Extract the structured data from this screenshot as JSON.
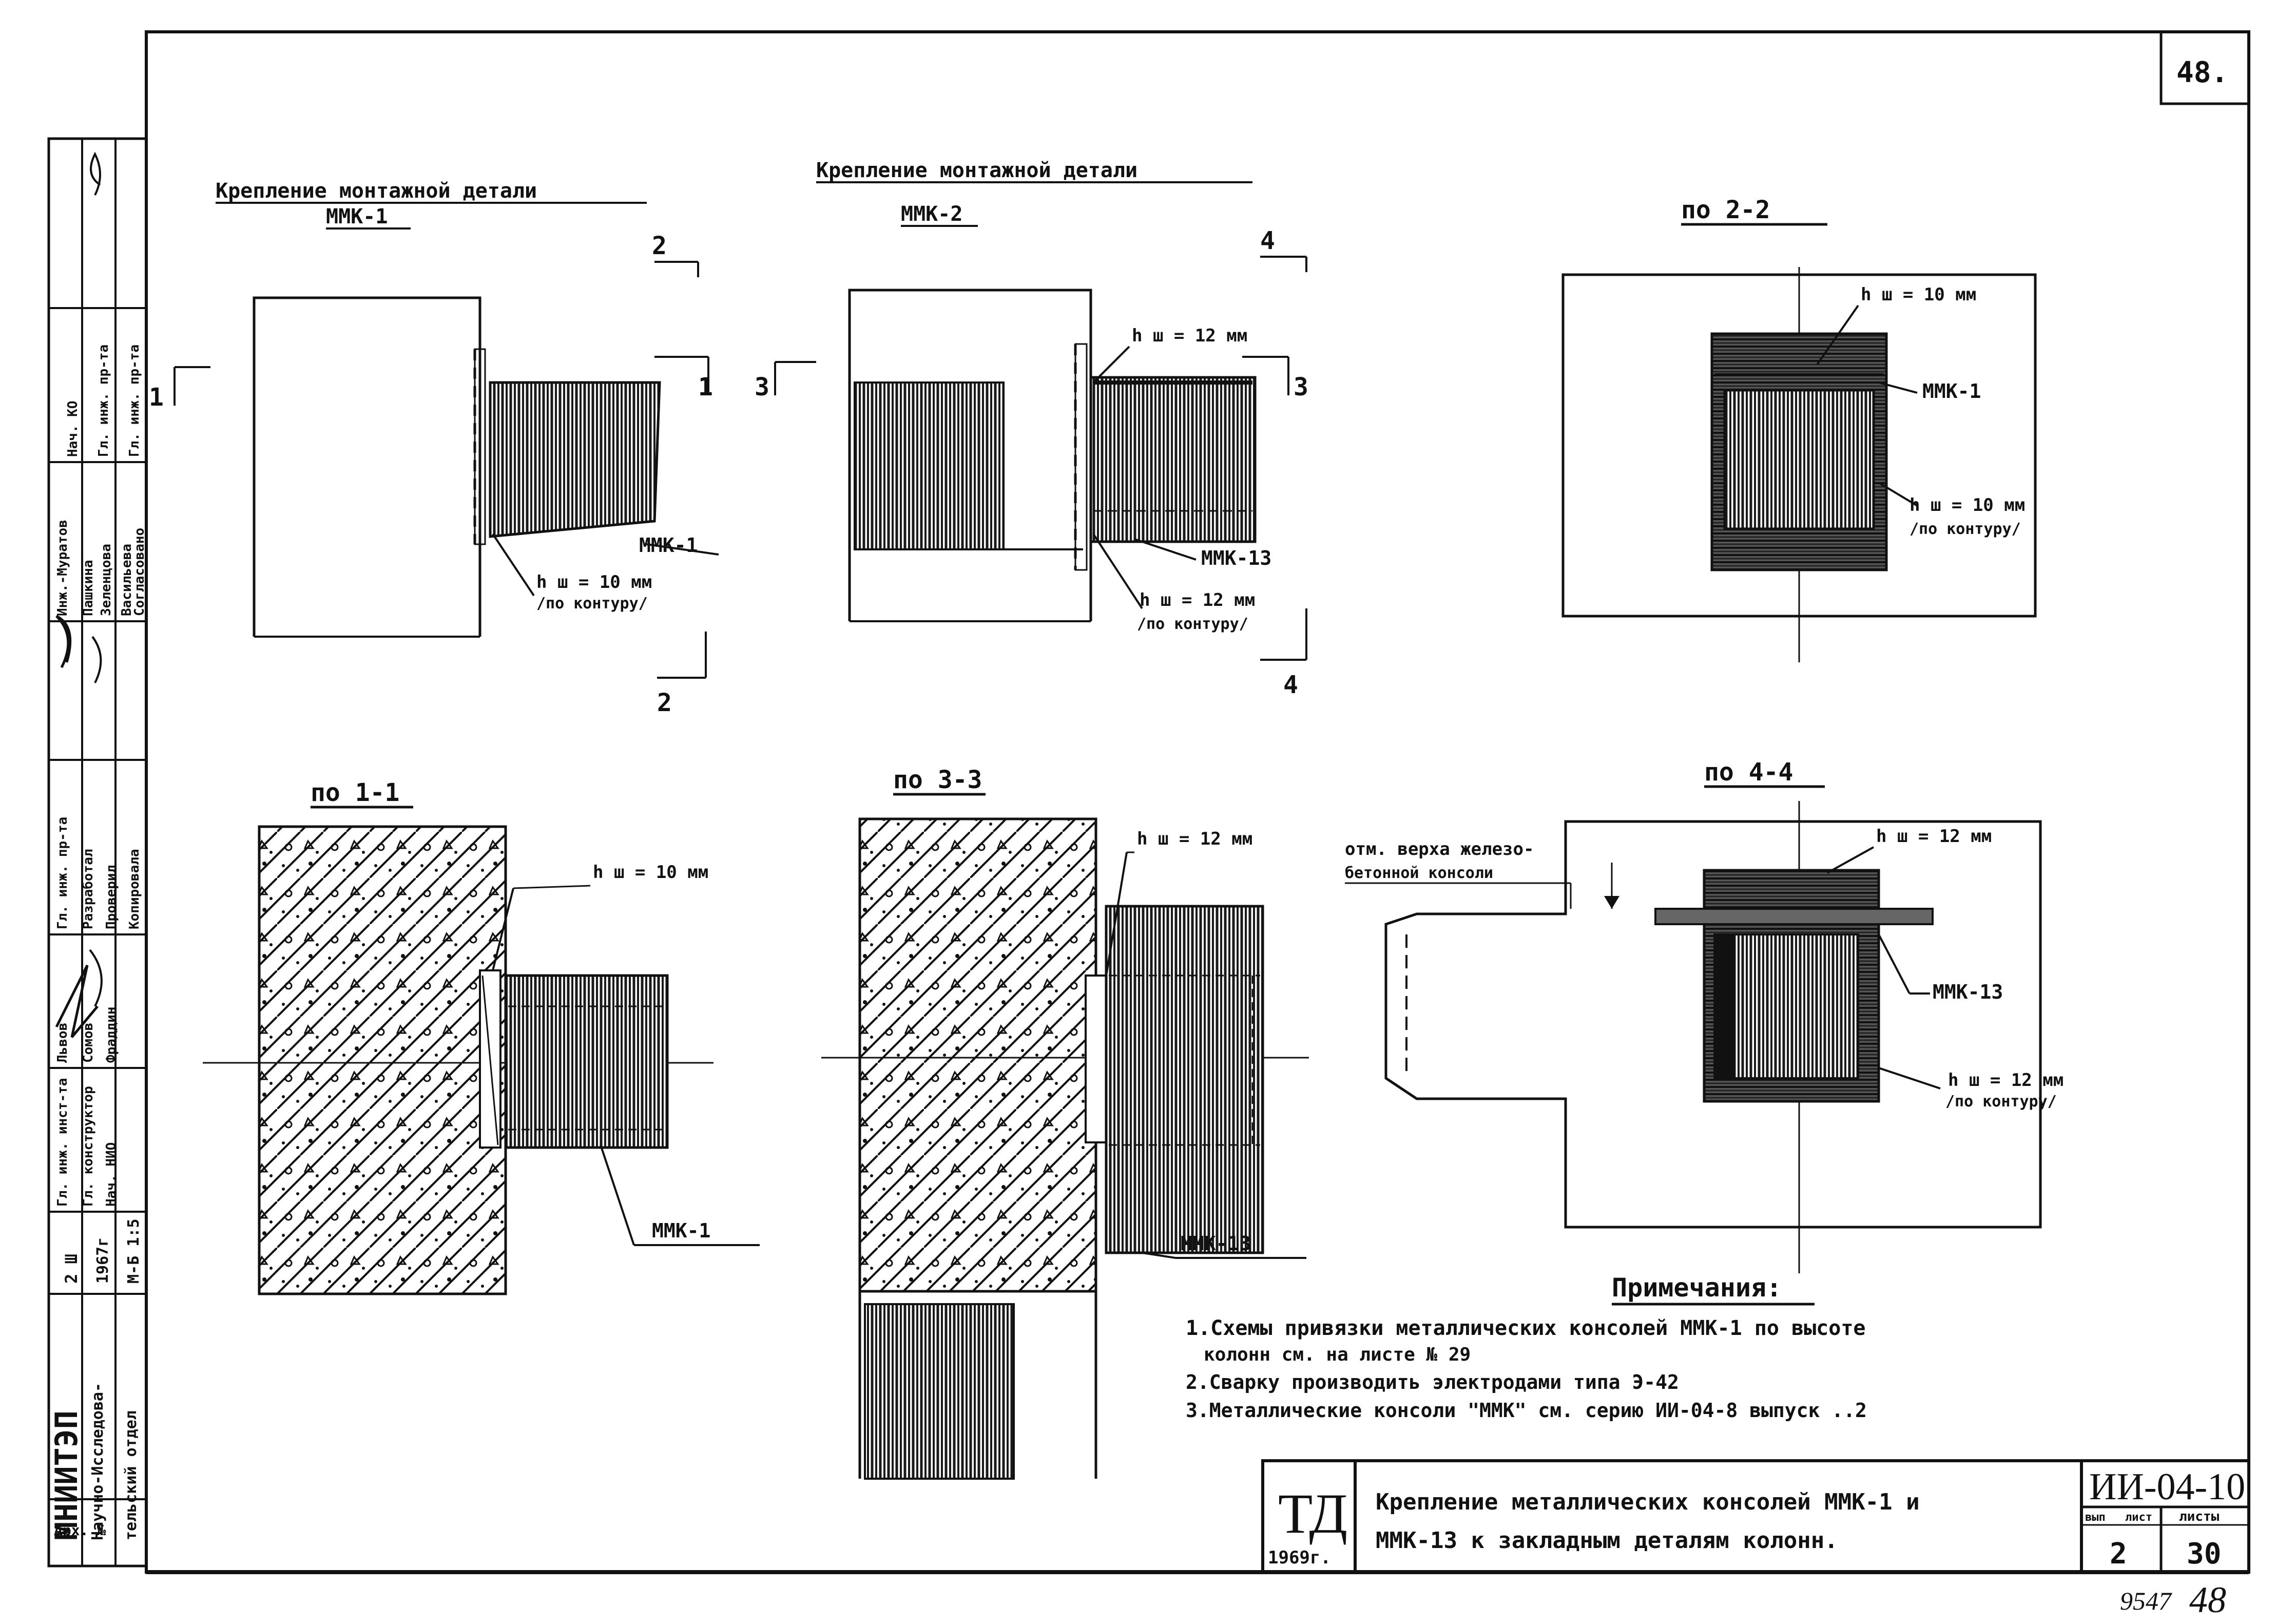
{
  "sheet": {
    "corner_number": "48.",
    "bottom_handwritten": "9547",
    "bottom_page": "48"
  },
  "views": {
    "mmk1": {
      "title": "Крепление монтажной детали",
      "subtitle": "ММК-1"
    },
    "mmk2": {
      "title": "Крепление монтажной детали",
      "subtitle": "ММК-2"
    },
    "s22": {
      "title": "по 2-2"
    },
    "s11": {
      "title": "по 1-1"
    },
    "s33": {
      "title": "по 3-3"
    },
    "s44": {
      "title": "по 4-4"
    }
  },
  "labels": {
    "v1_cut_left": "1",
    "v1_cut_right": "1",
    "v1_cut_top": "2",
    "v1_cut_bottom": "2",
    "v1_part": "ММК-1",
    "v1_weld_1": "h ш = 10 мм",
    "v1_weld_2": "/по контуру/",
    "v2_cut_left": "3",
    "v2_cut_right": "3",
    "v2_cut_top": "4",
    "v2_cut_bottom": "4",
    "v2_weld_top": "h ш = 12 мм",
    "v2_part": "ММК-13",
    "v2_weld_1": "h ш = 12 мм",
    "v2_weld_2": "/по контуру/",
    "v3_weld_top": "h ш = 10 мм",
    "v3_part": "ММК-1",
    "v3_weld_1": "h ш = 10 мм",
    "v3_weld_2": "/по контуру/",
    "v4_weld": "h ш = 10 мм",
    "v4_part": "ММК-1",
    "v5_weld": "h ш = 12 мм",
    "v5_part": "ММК-13",
    "v6_mark_1": "отм. верха железо-",
    "v6_mark_2": "бетонной консоли",
    "v6_weld_top": "h ш = 12 мм",
    "v6_part": "ММК-13",
    "v6_weld_1": "h ш = 12 мм",
    "v6_weld_2": "/по контуру/"
  },
  "notes": {
    "heading": "Примечания:",
    "line1": "1.Схемы привязки металлических консолей ММК-1 по высоте",
    "line1b": "колонн см. на листе № 29",
    "line2": "2.Сварку производить электродами типа Э-42",
    "line3": "3.Металлические консоли \"ММК\" см. серию ИИ-04-8 выпуск ..2"
  },
  "titleblock": {
    "org_short": "ТД",
    "year": "1969г.",
    "title_1": "Крепление металлических консолей ММК-1 и",
    "title_2": "ММК-13 к закладным деталям колонн.",
    "code": "ИИ-04-10",
    "col1_label": "вып",
    "col2_label": "лист",
    "col3_label": "листы",
    "issue": "2",
    "sheet": "30"
  },
  "side_stamp": {
    "institute": "МНИИТЭП",
    "dept_1": "Научно-Исследова-",
    "dept_2": "тельский отдел",
    "year_cell": "1967г",
    "code_cell": "2 Ш",
    "scale_cell": "М-Б 1:5",
    "archive": "Арх. №",
    "rows": [
      "Нач. КО",
      "Гл. инж. пр-та",
      "Гл. инж. пр-та",
      "Согласовано",
      "Инж.-Муратов",
      "Пашкина",
      "Зеленцова",
      "Васильева",
      "Гл. инж. пр-та",
      "Разработал",
      "Проверил",
      "Копировала",
      "Львов",
      "Сомов",
      "Фраддин",
      "Гл. инж. инст-та",
      "Гл. конструктор",
      "Нач. НИО"
    ]
  }
}
